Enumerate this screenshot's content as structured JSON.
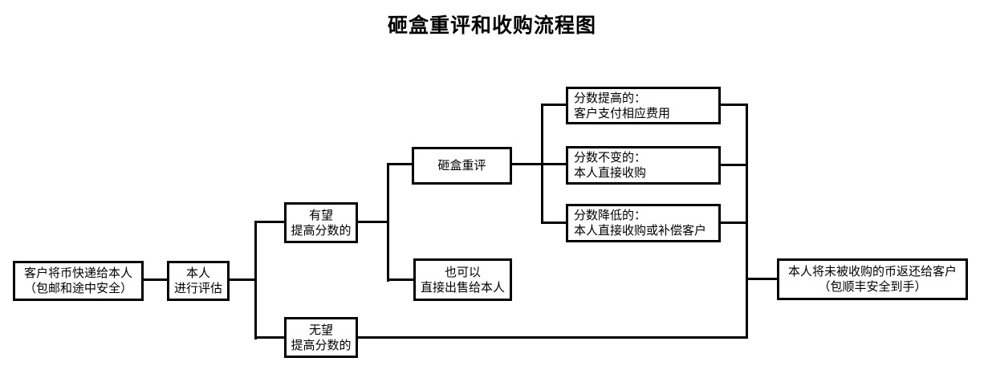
{
  "title": "砸盒重评和收购流程图",
  "flowchart": {
    "colors": {
      "line": "#000000",
      "text": "#000000",
      "background": "#ffffff"
    },
    "nodes": {
      "customer_send": {
        "line1": "客户将币快递给本人",
        "line2": "（包邮和途中安全）"
      },
      "evaluate": {
        "line1": "本人",
        "line2": "进行评估"
      },
      "hopeful": {
        "line1": "有望",
        "line2": "提高分数的"
      },
      "hopeless": {
        "line1": "无望",
        "line2": "提高分数的"
      },
      "reevaluate": {
        "line1": "砸盒重评"
      },
      "sell_direct": {
        "line1": "也可以",
        "line2": "直接出售给本人"
      },
      "score_up": {
        "line1": "分数提高的：",
        "line2": "客户支付相应费用"
      },
      "score_same": {
        "line1": "分数不变的：",
        "line2": "本人直接收购"
      },
      "score_down": {
        "line1": "分数降低的：",
        "line2": "本人直接收购或补偿客户"
      },
      "return_coins": {
        "line1": "本人将未被收购的币返还给客户",
        "line2": "（包顺丰安全到手）"
      }
    }
  }
}
